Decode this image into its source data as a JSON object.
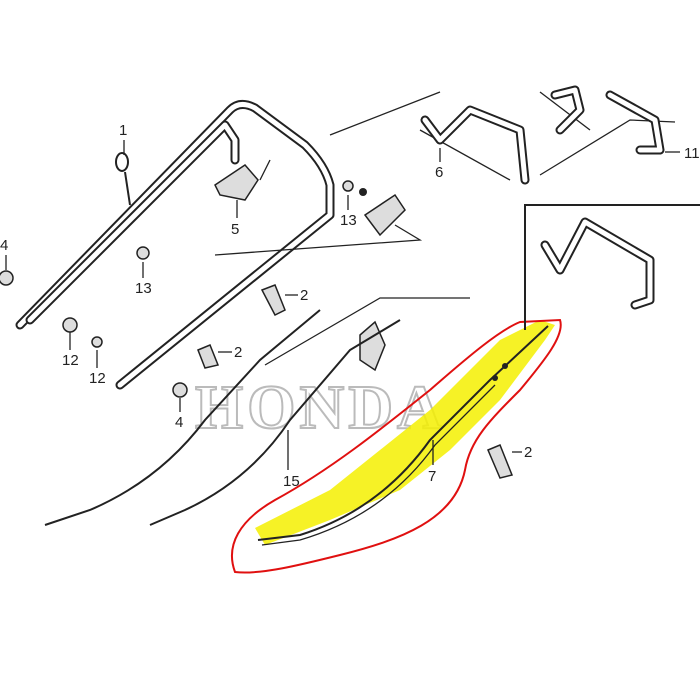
{
  "labels": {
    "l1": "1",
    "l5": "5",
    "l6": "6",
    "l11": "11",
    "l4a": "4",
    "l13a": "13",
    "l13b": "13",
    "l2a": "2",
    "l2b": "2",
    "l2c": "2",
    "l12a": "12",
    "l12b": "12",
    "l4b": "4",
    "l15": "15",
    "l7": "7"
  },
  "watermark": "HONDA",
  "colors": {
    "highlight": "#f5f000",
    "outline": "#e01010",
    "lines": "#222222",
    "watermark": "#c8c8c8"
  }
}
